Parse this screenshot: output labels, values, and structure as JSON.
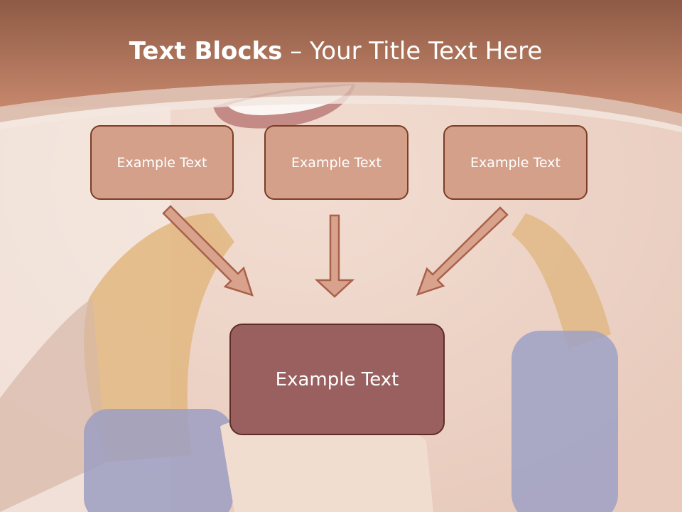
{
  "title": {
    "bold": "Text Blocks",
    "separator": " – ",
    "rest": "Your Title Text Here"
  },
  "boxes": {
    "top_left": "Example Text",
    "top_center": "Example Text",
    "top_right": "Example Text",
    "bottom": "Example Text"
  },
  "colors": {
    "header": "#b57155",
    "box_fill": "#d4a08a",
    "box_border": "#7b3d26",
    "main_box_fill": "#9a6060",
    "arrow_fill": "#d9a28c",
    "arrow_stroke": "#a8614a"
  },
  "background": {
    "description_icon": "photo-woman-with-dumbbells"
  }
}
